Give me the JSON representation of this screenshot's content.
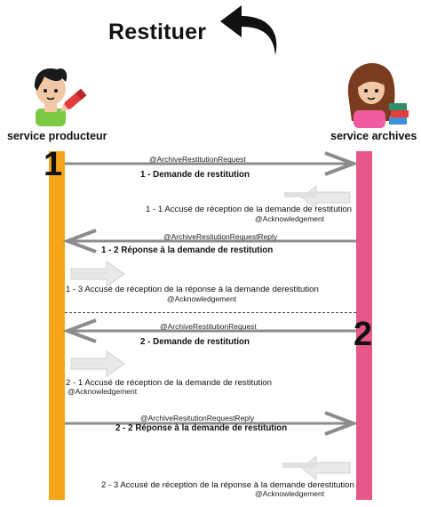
{
  "title": "Restituer",
  "actors": {
    "left": "service producteur",
    "right": "service archives"
  },
  "phases": {
    "p1": "1",
    "p2": "2"
  },
  "steps": [
    {
      "num_label": "1 - Demande de restitution",
      "service": "@ArchiveRestitutionRequest"
    },
    {
      "num_label": "1 - 1 Accusé de réception de la demande de restitution",
      "service": "@Acknowledgement"
    },
    {
      "num_label": "1 - 2 Réponse à la demande de restitution",
      "service": "@ArchiveResitutionRequestReply"
    },
    {
      "num_label": "1 - 3 Accusé de réception de la réponse à la demande derestitution",
      "service": "@Acknowledgement"
    },
    {
      "num_label": "2 - Demande de restitution",
      "service": "@ArchiveRestitutionRequest"
    },
    {
      "num_label": "2 - 1 Accusé de réception de la demande de restitution",
      "service": "@Acknowledgement"
    },
    {
      "num_label": "2 - 2 Réponse à la demande de restitution",
      "service": "@ArchiveResitutionRequestReply"
    },
    {
      "num_label": "2 - 3 Accusé de réception de la réponse à la demande derestitution",
      "service": "@Acknowledgement"
    }
  ],
  "colors": {
    "producer_lane": "#f6a51a",
    "archives_lane": "#e8578a",
    "arrow": "#8c8c8c",
    "ack_arrow": "#d6d6d6"
  }
}
